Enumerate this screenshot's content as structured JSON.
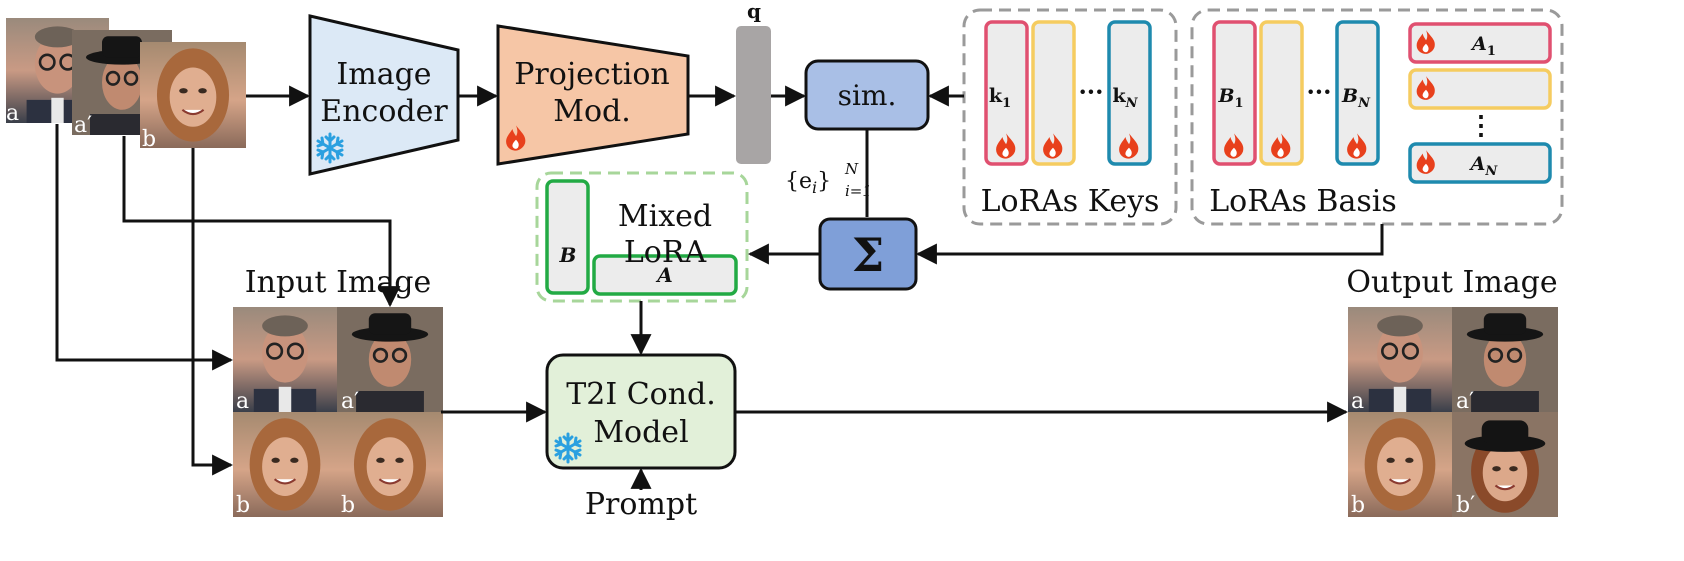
{
  "labels": {
    "image_encoder_1": "Image",
    "image_encoder_2": "Encoder",
    "projection_1": "Projection",
    "projection_2": "Mod.",
    "q": "q",
    "sim": "sim.",
    "e_i_base": "{e",
    "e_i_sub": "i",
    "e_i_close": "}",
    "e_i_sup": "N",
    "e_i_range": "i=1",
    "sigma": "Σ",
    "mixed_1": "Mixed",
    "mixed_2": "LoRA",
    "mixed_B": "B",
    "mixed_A": "A",
    "t2i_1": "T2I Cond.",
    "t2i_2": "Model",
    "prompt": "Prompt",
    "input_image": "Input Image",
    "output_image": "Output Image",
    "lora_keys": "LoRAs Keys",
    "lora_basis": "LoRAs Basis",
    "k1": "k",
    "k1_sub": "1",
    "kN": "k",
    "kN_sub": "N",
    "B1": "B",
    "B1_sub": "1",
    "BN": "B",
    "BN_sub": "N",
    "A1": "A",
    "A1_sub": "1",
    "AN": "A",
    "AN_sub": "N",
    "dots": "···",
    "vdots": "⋮"
  },
  "photo_labels": {
    "top_a": "a",
    "top_a_prime": "a′",
    "top_b": "b",
    "in_tl": "a",
    "in_tr": "a′",
    "in_bl": "b",
    "in_br": "b",
    "out_tl": "a",
    "out_tr": "a′",
    "out_bl": "b",
    "out_br": "b′"
  },
  "colors": {
    "encoder_fill": "#dce9f6",
    "projection_fill": "#f6c6a6",
    "q_fill": "#a8a5a5",
    "sim_fill": "#a9bfe6",
    "sigma_fill": "#7f9fd8",
    "t2i_fill": "#e2f0d9",
    "mixed_green": "#22aa44",
    "red": "#e05070",
    "yellow": "#f5cc60",
    "teal": "#1e8aae",
    "cell_fill": "#ececec",
    "flame": "#e8401c",
    "snow": "#2aa0e0"
  },
  "icons": [
    "snowflake-icon",
    "flame-icon"
  ]
}
